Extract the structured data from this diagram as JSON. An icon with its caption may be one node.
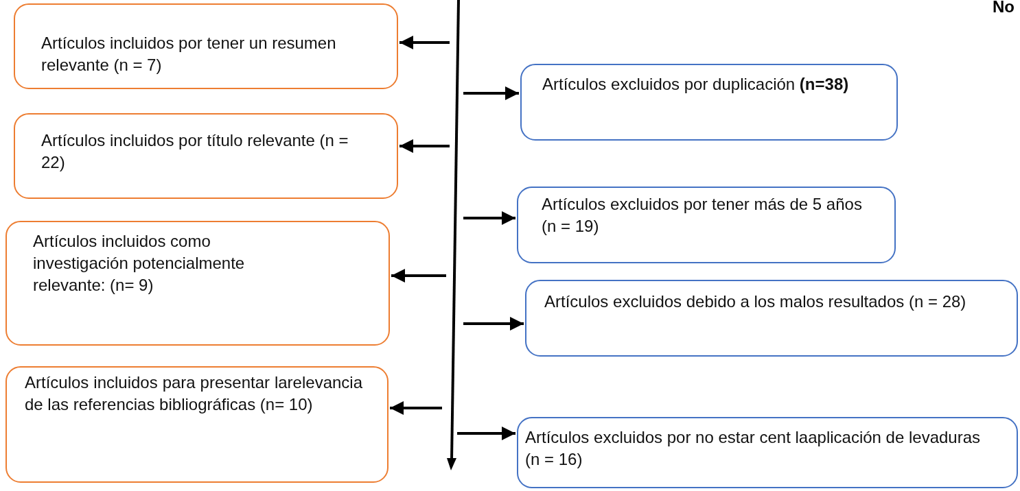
{
  "diagram": {
    "nodes": [
      {
        "text": [
          "Artículos incluidos por tener un resumen relevante (n = 7)"
        ]
      },
      {
        "text": [
          "Artículos excluidos por duplicación **(n=38)**"
        ]
      },
      {
        "text": [
          "Artículos incluidos por título relevante (n = 22)"
        ]
      },
      {
        "text": [
          "Artículos excluidos por tener más de 5 años (n = 19)"
        ]
      },
      {
        "text": [
          "Artículos incluidos como investigación potencialmente relevante: (n= 9)"
        ]
      },
      {
        "text": [
          "Artículos excluidos debido a los malos resultados (n = 28)"
        ]
      },
      {
        "text": [
          "Artículos incluidos para presentar larelevancia de las referencias bibliográficas (n= 10)"
        ]
      },
      {
        "text": [
          "Artículos excluidos por no estar cent laaplicación de levaduras (n = 16)"
        ]
      }
    ],
    "edges": [
      {
        "from": null,
        "to": 0,
        "arrow": "to"
      },
      {
        "from": null,
        "to": 1,
        "arrow": "to"
      },
      {
        "from": null,
        "to": 2,
        "arrow": "to"
      },
      {
        "from": null,
        "to": 3,
        "arrow": "to"
      },
      {
        "from": null,
        "to": 4,
        "arrow": "to"
      },
      {
        "from": null,
        "to": 5,
        "arrow": "to"
      },
      {
        "from": null,
        "to": 6,
        "arrow": "to"
      },
      {
        "from": null,
        "to": 7,
        "arrow": "to"
      }
    ],
    "labels": [
      "No"
    ]
  }
}
